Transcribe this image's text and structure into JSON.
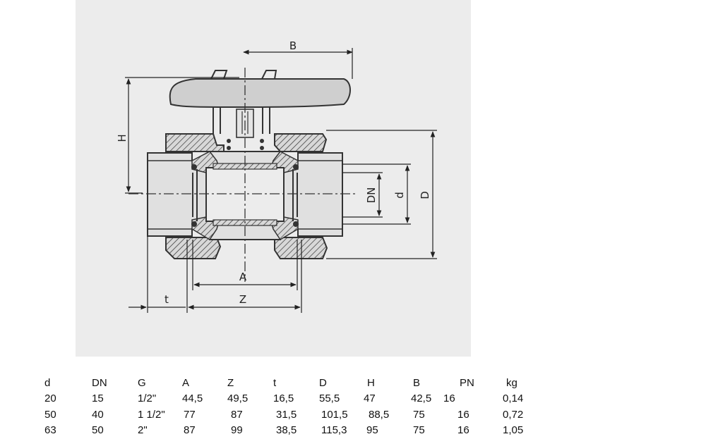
{
  "drawing": {
    "labels": {
      "B": "B",
      "H": "H",
      "DN": "DN",
      "d": "d",
      "D": "D",
      "A": "A",
      "t": "t",
      "Z": "Z"
    }
  },
  "table": {
    "headers": [
      "d",
      "DN",
      "G",
      "A",
      "Z",
      "t",
      "D",
      "H",
      "B",
      "PN",
      "kg"
    ],
    "rows": [
      [
        "20",
        "15",
        "1/2\"",
        "44,5",
        "49,5",
        "16,5",
        "55,5",
        "47",
        "42,5",
        "16",
        "0,14"
      ],
      [
        "50",
        "40",
        "1 1/2\"",
        "77",
        "87",
        "31,5",
        "101,5",
        "88,5",
        "75",
        "16",
        "0,72"
      ],
      [
        "63",
        "50",
        "2\"",
        "87",
        "99",
        "38,5",
        "115,3",
        "95",
        "75",
        "16",
        "1,05"
      ]
    ]
  }
}
